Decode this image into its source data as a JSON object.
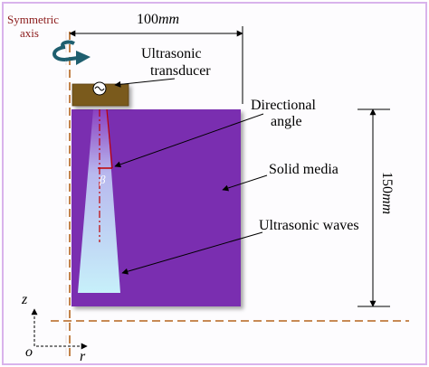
{
  "labels": {
    "symmetric_axis_line1": "Symmetric",
    "symmetric_axis_line2": "axis",
    "width_dim": "100",
    "width_unit": "mm",
    "transducer_line1": "Ultrasonic",
    "transducer_line2": "transducer",
    "directional_angle_line1": "Directional",
    "directional_angle_line2": "angle",
    "solid_media": "Solid media",
    "height_dim": "150",
    "height_unit": "mm",
    "ultrasonic_waves": "Ultrasonic waves",
    "angle_symbol": "β",
    "axis_z": "z",
    "axis_r": "r",
    "origin": "o"
  },
  "colors": {
    "solid_media": "#7a2db0",
    "transducer": "#7a5a1e",
    "symmetric_axis_text": "#8b1a1a",
    "axis_line": "#b5651d",
    "wave_top": "#7a2db0",
    "wave_bottom": "#bfe9f5",
    "border": "#d9b3ec",
    "curved_arrow": "#1f5f6f"
  }
}
